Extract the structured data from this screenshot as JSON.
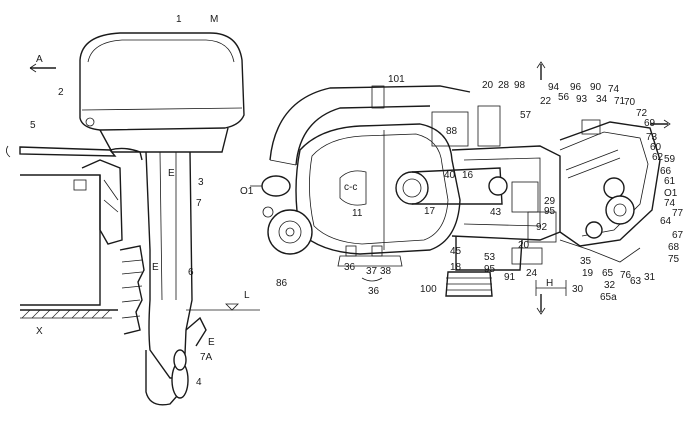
{
  "figure": {
    "left_labels": [
      "1",
      "M",
      "A",
      "2",
      "5",
      "3",
      "7",
      "E",
      "6",
      "E",
      "L",
      "X",
      "E",
      "7A",
      "4"
    ],
    "right_labels": [
      "101",
      "20",
      "28",
      "98",
      "94",
      "96",
      "90",
      "74",
      "22",
      "56",
      "93",
      "34",
      "71",
      "70",
      "72",
      "69",
      "57",
      "88",
      "73",
      "60",
      "62",
      "59",
      "O1",
      "66",
      "40",
      "16",
      "61",
      "c-c",
      "29",
      "95",
      "O1",
      "74",
      "77",
      "11",
      "17",
      "43",
      "92",
      "64",
      "67",
      "45",
      "53",
      "20",
      "35",
      "68",
      "18",
      "95",
      "19",
      "65",
      "76",
      "63",
      "31",
      "75",
      "86",
      "36",
      "37",
      "38",
      "36",
      "91",
      "24",
      "H",
      "30",
      "32",
      "100",
      "65a"
    ],
    "colors": {
      "ink": "#1a1a1a",
      "paper": "#ffffff"
    }
  }
}
